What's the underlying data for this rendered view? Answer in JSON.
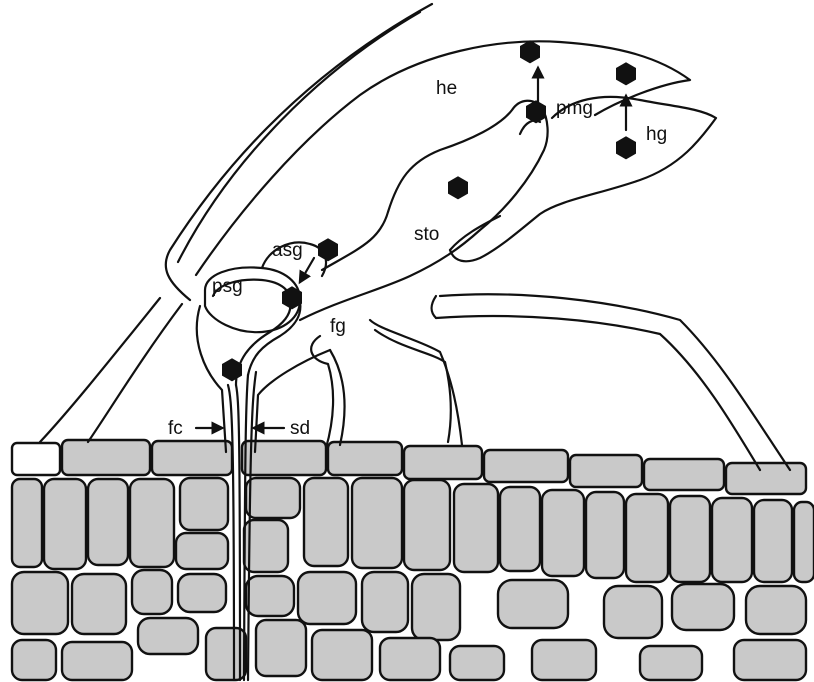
{
  "labels": {
    "he": "he",
    "pmg": "pmg",
    "hg": "hg",
    "sto": "sto",
    "asg": "asg",
    "psg": "psg",
    "fg": "fg",
    "fc": "fc",
    "sd": "sd"
  }
}
